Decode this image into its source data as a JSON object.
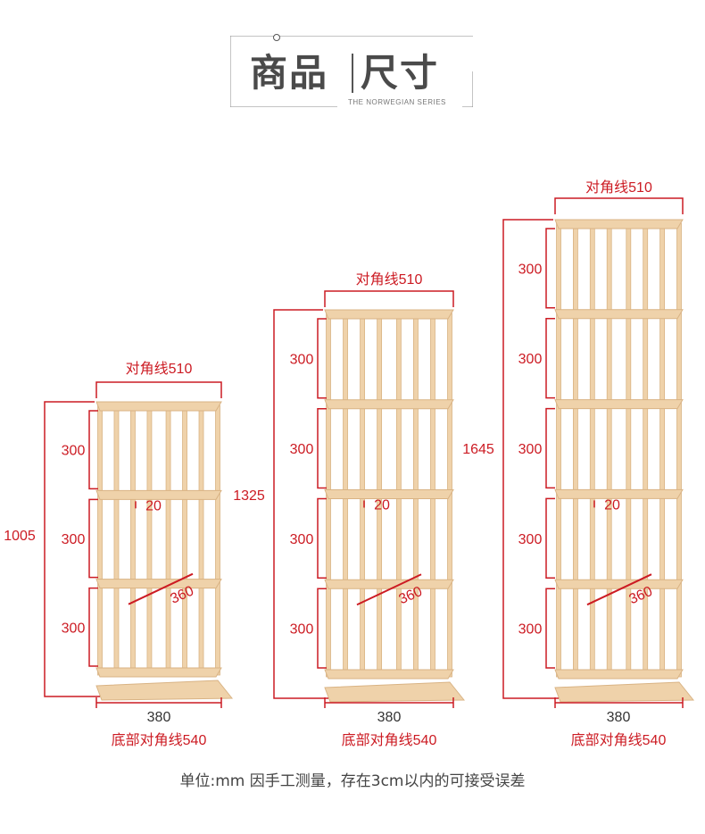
{
  "header": {
    "title_left": "商品",
    "title_right": "尺寸",
    "subtitle": "THE NORWEGIAN SERIES"
  },
  "shelves": [
    {
      "height_label": "1005",
      "top_diagonal": "对角线510",
      "tier_labels": [
        "300",
        "300",
        "300"
      ],
      "thickness_label": "20",
      "depth_label": "360",
      "width_label": "380",
      "base_diagonal": "底部对角线540"
    },
    {
      "height_label": "1325",
      "top_diagonal": "对角线510",
      "tier_labels": [
        "300",
        "300",
        "300",
        "300"
      ],
      "thickness_label": "20",
      "depth_label": "360",
      "width_label": "380",
      "base_diagonal": "底部对角线540"
    },
    {
      "height_label": "1645",
      "top_diagonal": "对角线510",
      "tier_labels": [
        "300",
        "300",
        "300",
        "300",
        "300"
      ],
      "thickness_label": "20",
      "depth_label": "360",
      "width_label": "380",
      "base_diagonal": "底部对角线540"
    }
  ],
  "footnote": "单位:mm 因手工测量，存在3cm以内的可接受误差",
  "colors": {
    "dimension": "#cc1b23",
    "wood": "#efd2aa",
    "wood_dark": "#d9b384",
    "text": "#4a4a4a"
  }
}
